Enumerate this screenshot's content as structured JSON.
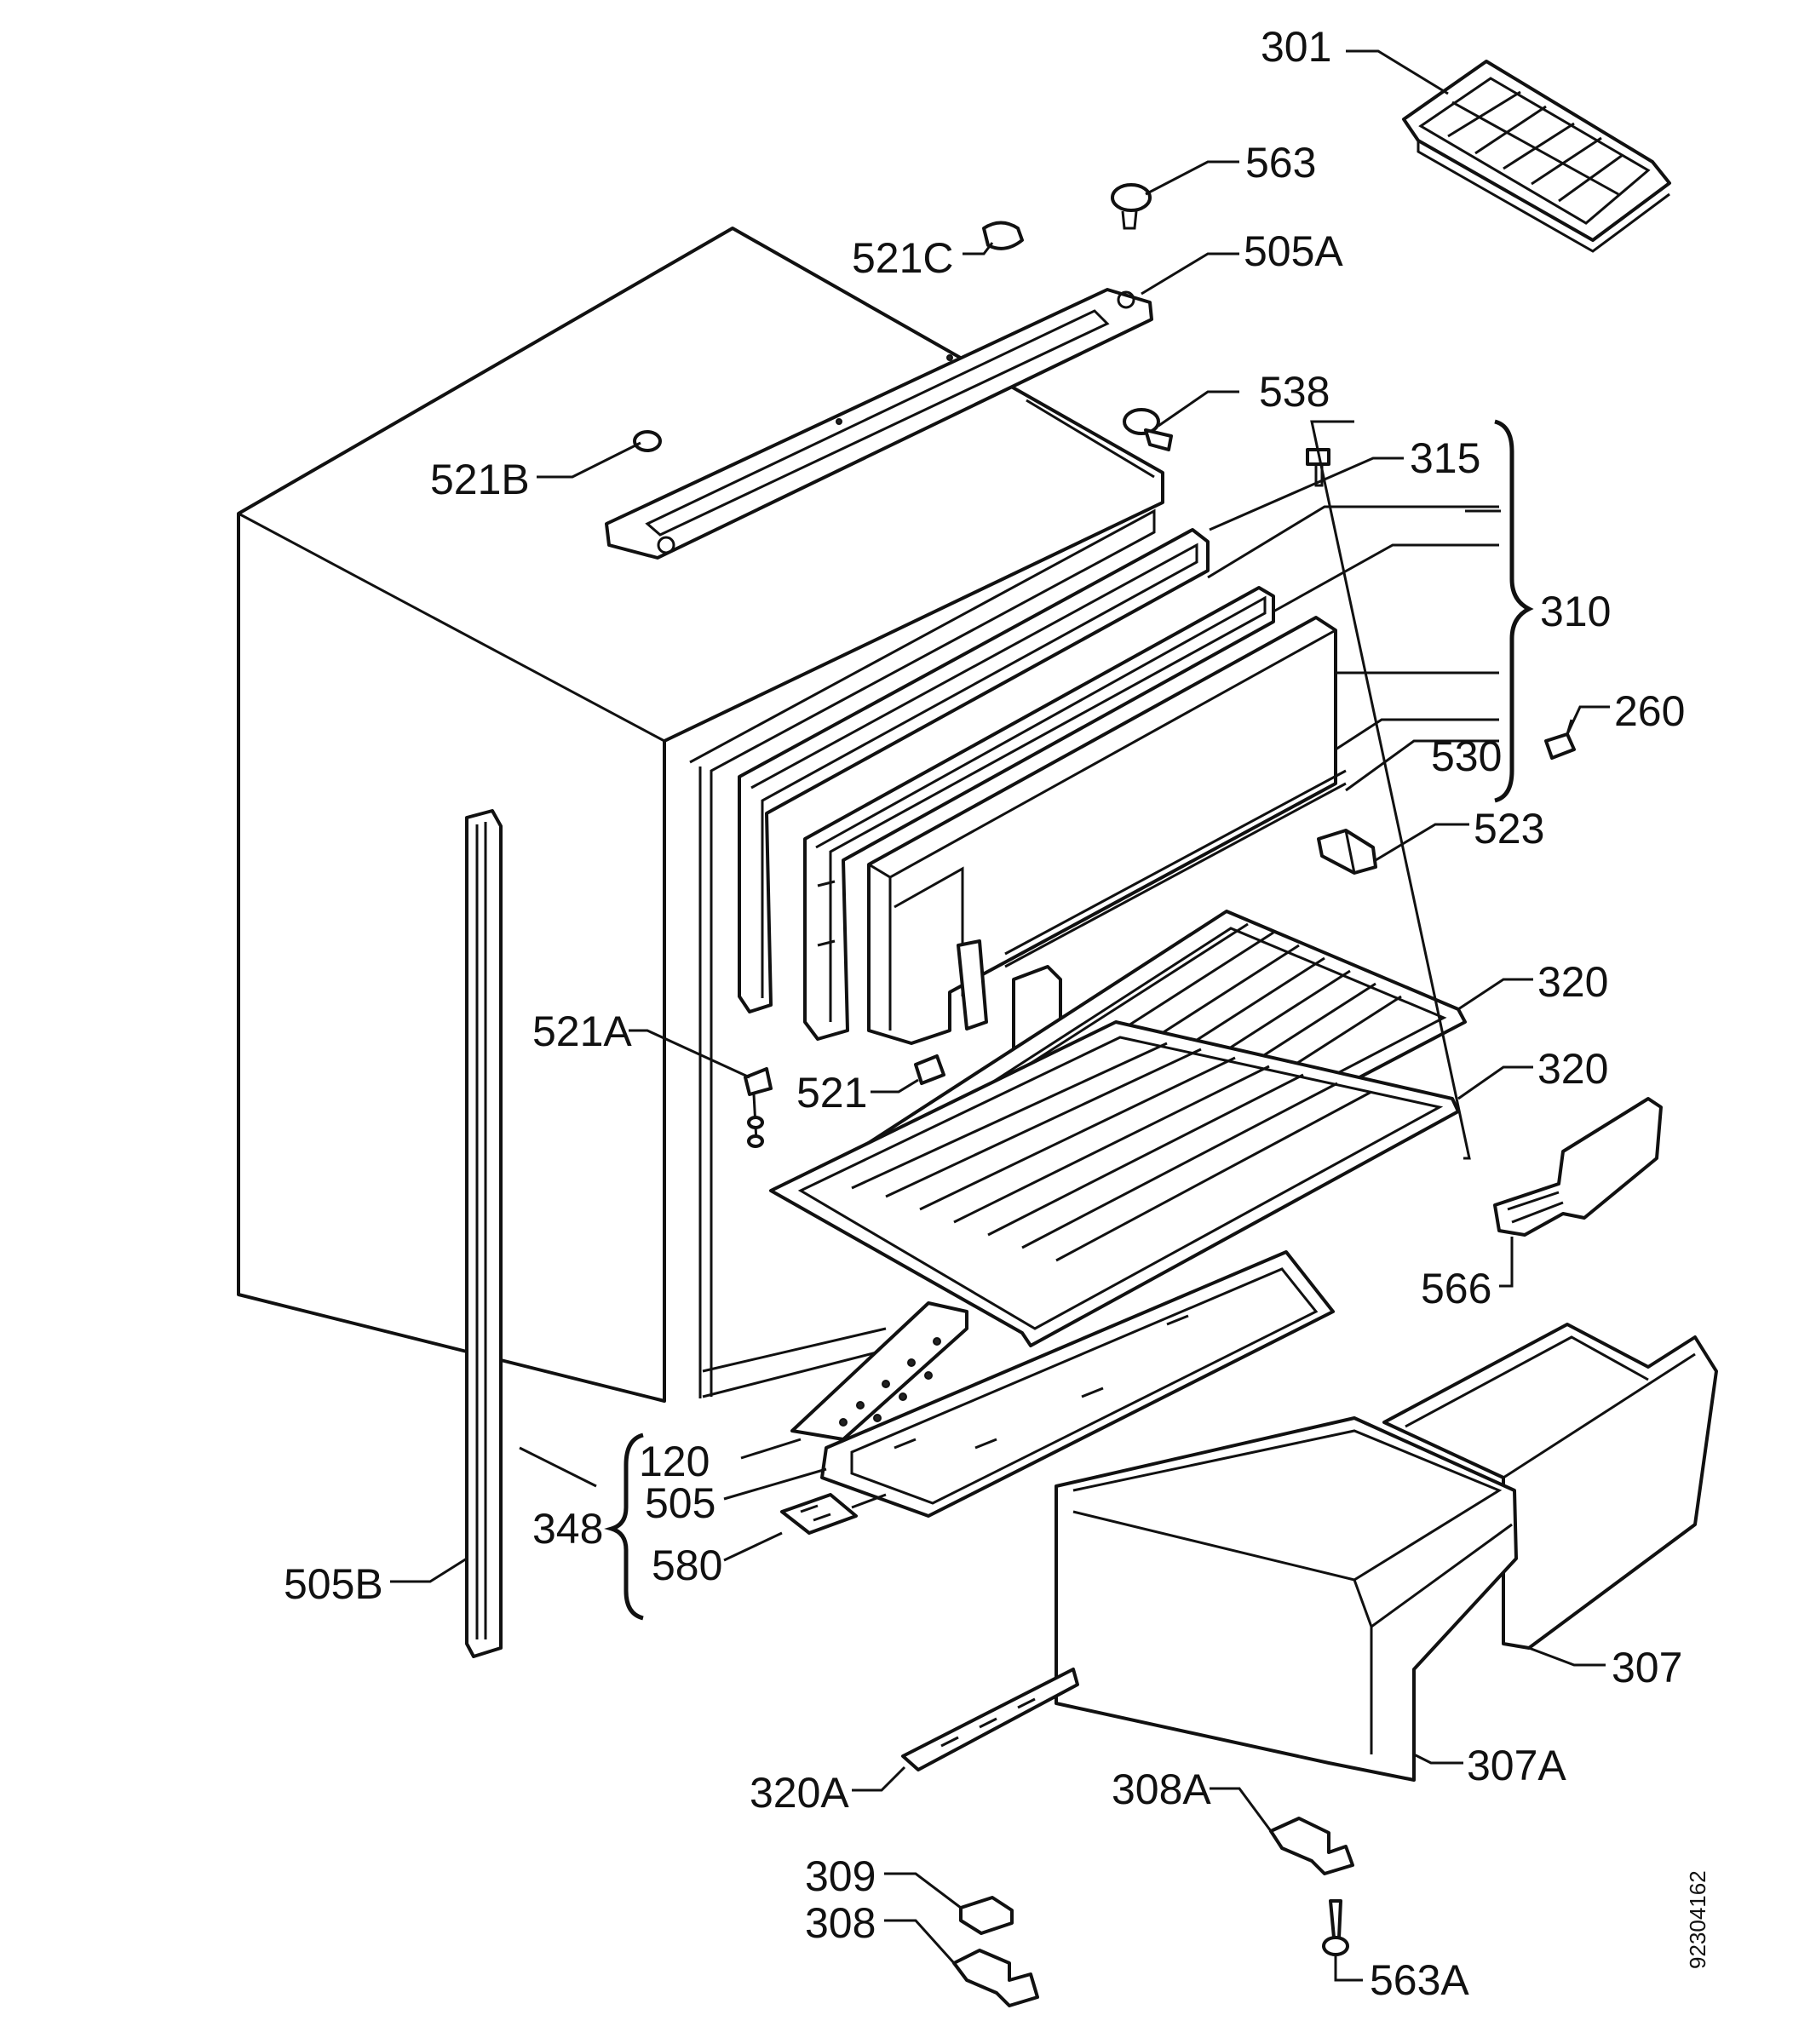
{
  "document_id": "92304162",
  "callouts": {
    "c301": "301",
    "c563": "563",
    "c521C": "521C",
    "c505A": "505A",
    "c538": "538",
    "c521B": "521B",
    "c315": "315",
    "c310": "310",
    "c260": "260",
    "c530": "530",
    "c523": "523",
    "c320_top": "320",
    "c320_bottom": "320",
    "c521A": "521A",
    "c521": "521",
    "c566": "566",
    "c120": "120",
    "c505": "505",
    "c348": "348",
    "c580": "580",
    "c505B": "505B",
    "c307": "307",
    "c307A": "307A",
    "c320A": "320A",
    "c308A": "308A",
    "c309": "309",
    "c308": "308",
    "c563A": "563A"
  }
}
